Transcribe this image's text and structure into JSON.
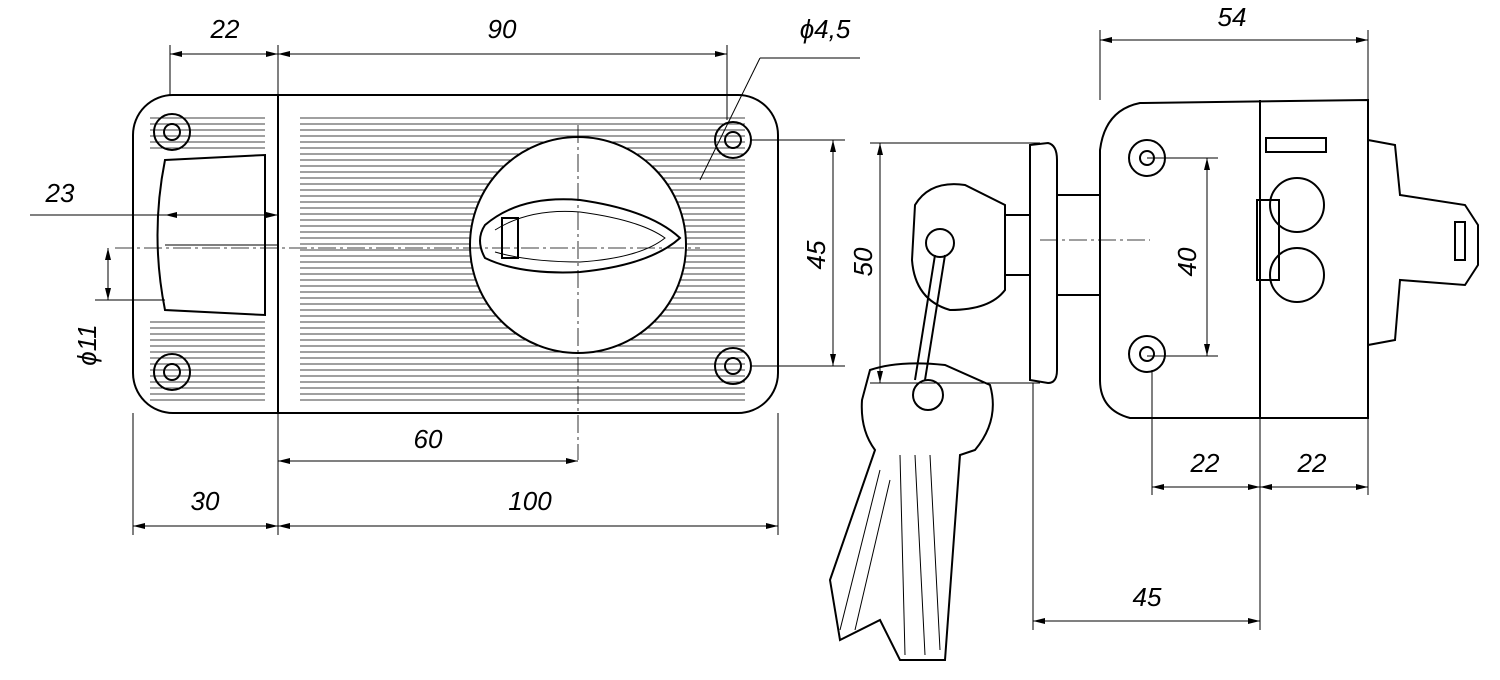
{
  "drawing": {
    "dimensions": {
      "front_top_left": "22",
      "front_top_span": "90",
      "hole_diameter": "ϕ4,5",
      "bolt_offset": "23",
      "bolt_diameter": "ϕ11",
      "hole_spacing_vertical": "45",
      "knob_offset": "60",
      "left_section_width": "30",
      "total_width": "100",
      "cylinder_height": "50",
      "side_hole_spacing": "40",
      "side_width": "54",
      "side_left": "22",
      "side_right": "22",
      "cylinder_projection": "45"
    }
  }
}
